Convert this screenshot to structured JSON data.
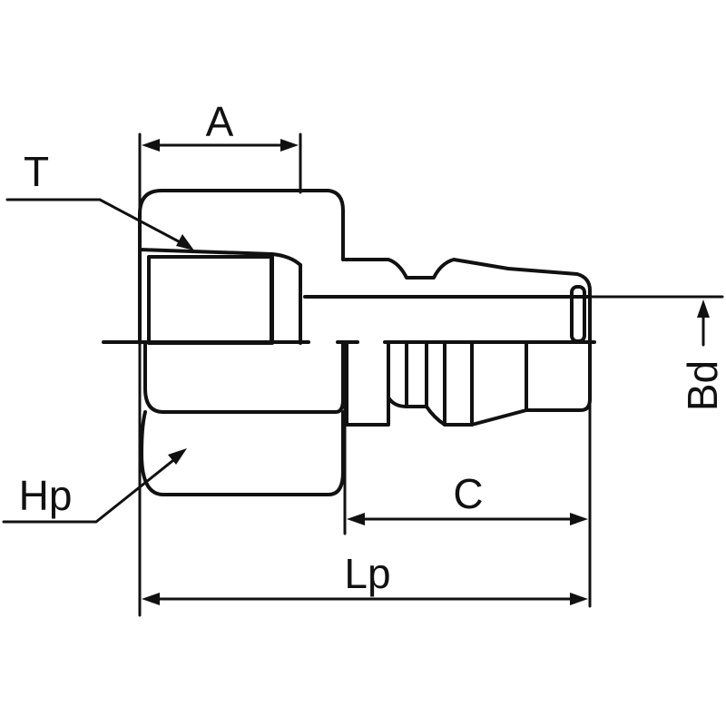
{
  "labels": {
    "A": "A",
    "T": "T",
    "Hp": "Hp",
    "C": "C",
    "Lp": "Lp",
    "Bd": "Bd"
  },
  "colors": {
    "line": "#111111",
    "background": "#ffffff"
  }
}
